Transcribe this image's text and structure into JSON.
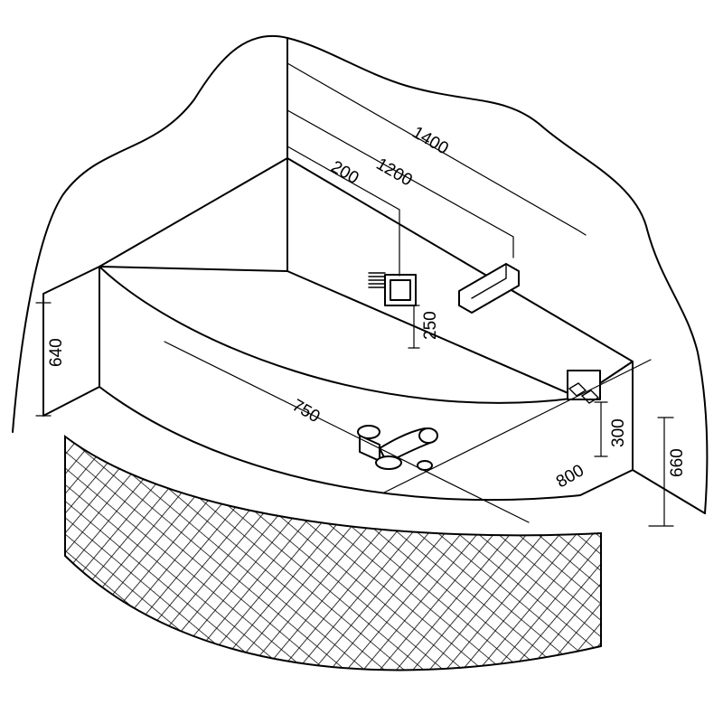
{
  "dimensions": {
    "d1400": "1400",
    "d1200": "1200",
    "d200": "200",
    "d250": "250",
    "d640": "640",
    "d750": "750",
    "d300": "300",
    "d800": "800",
    "d660": "660"
  }
}
